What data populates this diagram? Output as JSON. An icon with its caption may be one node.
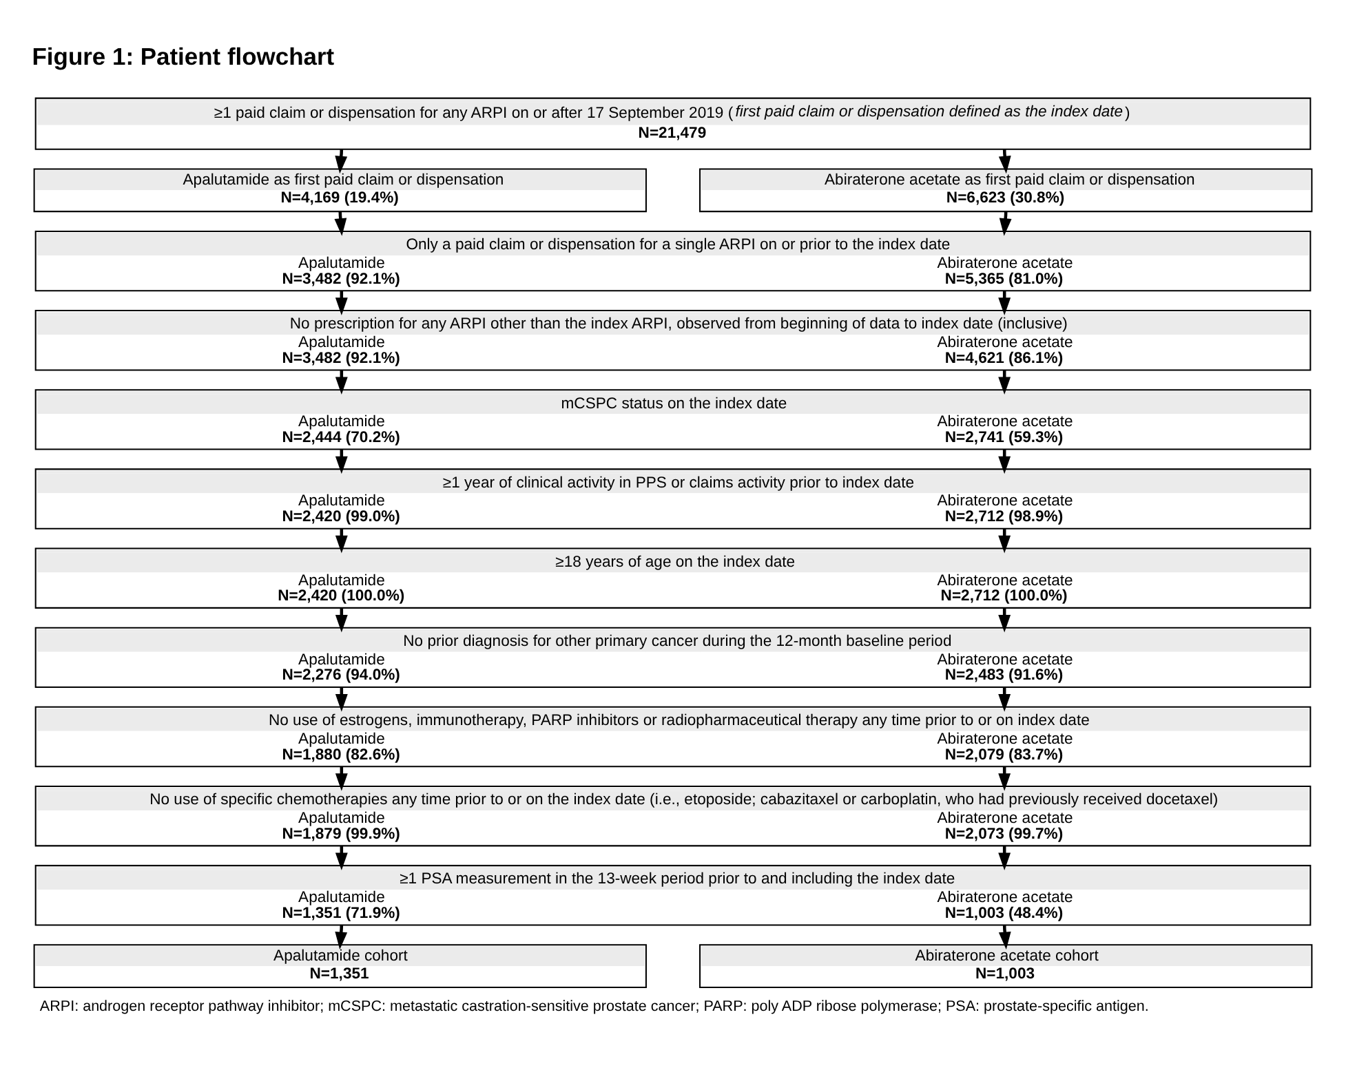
{
  "diagram": {
    "title": "Figure 1: Patient flowchart",
    "caption": "ARPI: androgen receptor pathway inhibitor; mCSPC: metastatic castration-sensitive prostate cancer; PARP: poly ADP ribose polymerase; PSA: prostate-specific antigen.",
    "nodes": [
      {
        "text": [
          "≥1 paid claim or dispensation for any ARPI on or after 17 September 2019 (*first paid claim or dispensation defined as the index date*)",
          "N=21,479"
        ]
      },
      {
        "text": [
          "Apalutamide as first paid claim or dispensation",
          "N=4,169 (19.4%)"
        ]
      },
      {
        "text": [
          "Abiraterone acetate as first paid claim or dispensation",
          "N=6,623 (30.8%)"
        ]
      },
      {
        "text": [
          "Only a paid claim or dispensation for a single ARPI on or prior to the index date",
          "Apalutamide",
          "N=3,482 (92.1%)",
          "Abiraterone acetate",
          "N=5,365 (81.0%)"
        ]
      },
      {
        "text": [
          "No prescription for any ARPI other than the index ARPI, observed from beginning of data to index date (inclusive)",
          "Apalutamide",
          "N=3,482 (92.1%)",
          "Abiraterone acetate",
          "N=4,621 (86.1%)"
        ]
      },
      {
        "text": [
          "mCSPC status on the index date",
          "Apalutamide",
          "N=2,444 (70.2%)",
          "Abiraterone acetate",
          "N=2,741 (59.3%)"
        ]
      },
      {
        "text": [
          "≥1 year of clinical activity in PPS or claims activity prior to index date",
          "Apalutamide",
          "N=2,420 (99.0%)",
          "Abiraterone acetate",
          "N=2,712 (98.9%)"
        ]
      },
      {
        "text": [
          "≥18 years of age on the index date",
          "Apalutamide",
          "N=2,420 (100.0%)",
          "Abiraterone acetate",
          "N=2,712 (100.0%)"
        ]
      },
      {
        "text": [
          "No prior diagnosis for other primary cancer during the 12-month baseline period",
          "Apalutamide",
          "N=2,276 (94.0%)",
          "Abiraterone acetate",
          "N=2,483 (91.6%)"
        ]
      },
      {
        "text": [
          "No use of estrogens, immunotherapy, PARP inhibitors or radiopharmaceutical therapy any time prior to or on index date",
          "Apalutamide",
          "N=1,880 (82.6%)",
          "Abiraterone acetate",
          "N=2,079 (83.7%)"
        ]
      },
      {
        "text": [
          "No use of specific chemotherapies any time prior to or on the index date (i.e., etoposide; cabazitaxel or carboplatin, who had previously received docetaxel)",
          "Apalutamide",
          "N=1,879 (99.9%)",
          "Abiraterone acetate",
          "N=2,073 (99.7%)"
        ]
      },
      {
        "text": [
          "≥1 PSA measurement in the 13-week period prior to and including the index date",
          "Apalutamide",
          "N=1,351 (71.9%)",
          "Abiraterone acetate",
          "N=1,003 (48.4%)"
        ]
      },
      {
        "text": [
          "Apalutamide cohort",
          "N=1,351"
        ]
      },
      {
        "text": [
          "Abiraterone acetate cohort",
          "N=1,003"
        ]
      }
    ],
    "edges": [
      {
        "from": 0,
        "to": 1,
        "arrow": "to"
      },
      {
        "from": 0,
        "to": 2,
        "arrow": "to"
      },
      {
        "from": 1,
        "to": 3,
        "arrow": "to"
      },
      {
        "from": 2,
        "to": 3,
        "arrow": "to"
      },
      {
        "from": 3,
        "to": 4,
        "arrow": "to"
      },
      {
        "from": 3,
        "to": 4,
        "arrow": "to"
      },
      {
        "from": 4,
        "to": 5,
        "arrow": "to"
      },
      {
        "from": 4,
        "to": 5,
        "arrow": "to"
      },
      {
        "from": 5,
        "to": 6,
        "arrow": "to"
      },
      {
        "from": 5,
        "to": 6,
        "arrow": "to"
      },
      {
        "from": 6,
        "to": 7,
        "arrow": "to"
      },
      {
        "from": 6,
        "to": 7,
        "arrow": "to"
      },
      {
        "from": 7,
        "to": 8,
        "arrow": "to"
      },
      {
        "from": 7,
        "to": 8,
        "arrow": "to"
      },
      {
        "from": 8,
        "to": 9,
        "arrow": "to"
      },
      {
        "from": 8,
        "to": 9,
        "arrow": "to"
      },
      {
        "from": 9,
        "to": 10,
        "arrow": "to"
      },
      {
        "from": 9,
        "to": 10,
        "arrow": "to"
      },
      {
        "from": 10,
        "to": 11,
        "arrow": "to"
      },
      {
        "from": 10,
        "to": 11,
        "arrow": "to"
      },
      {
        "from": 11,
        "to": 12,
        "arrow": "to"
      },
      {
        "from": 11,
        "to": 13,
        "arrow": "to"
      }
    ]
  }
}
